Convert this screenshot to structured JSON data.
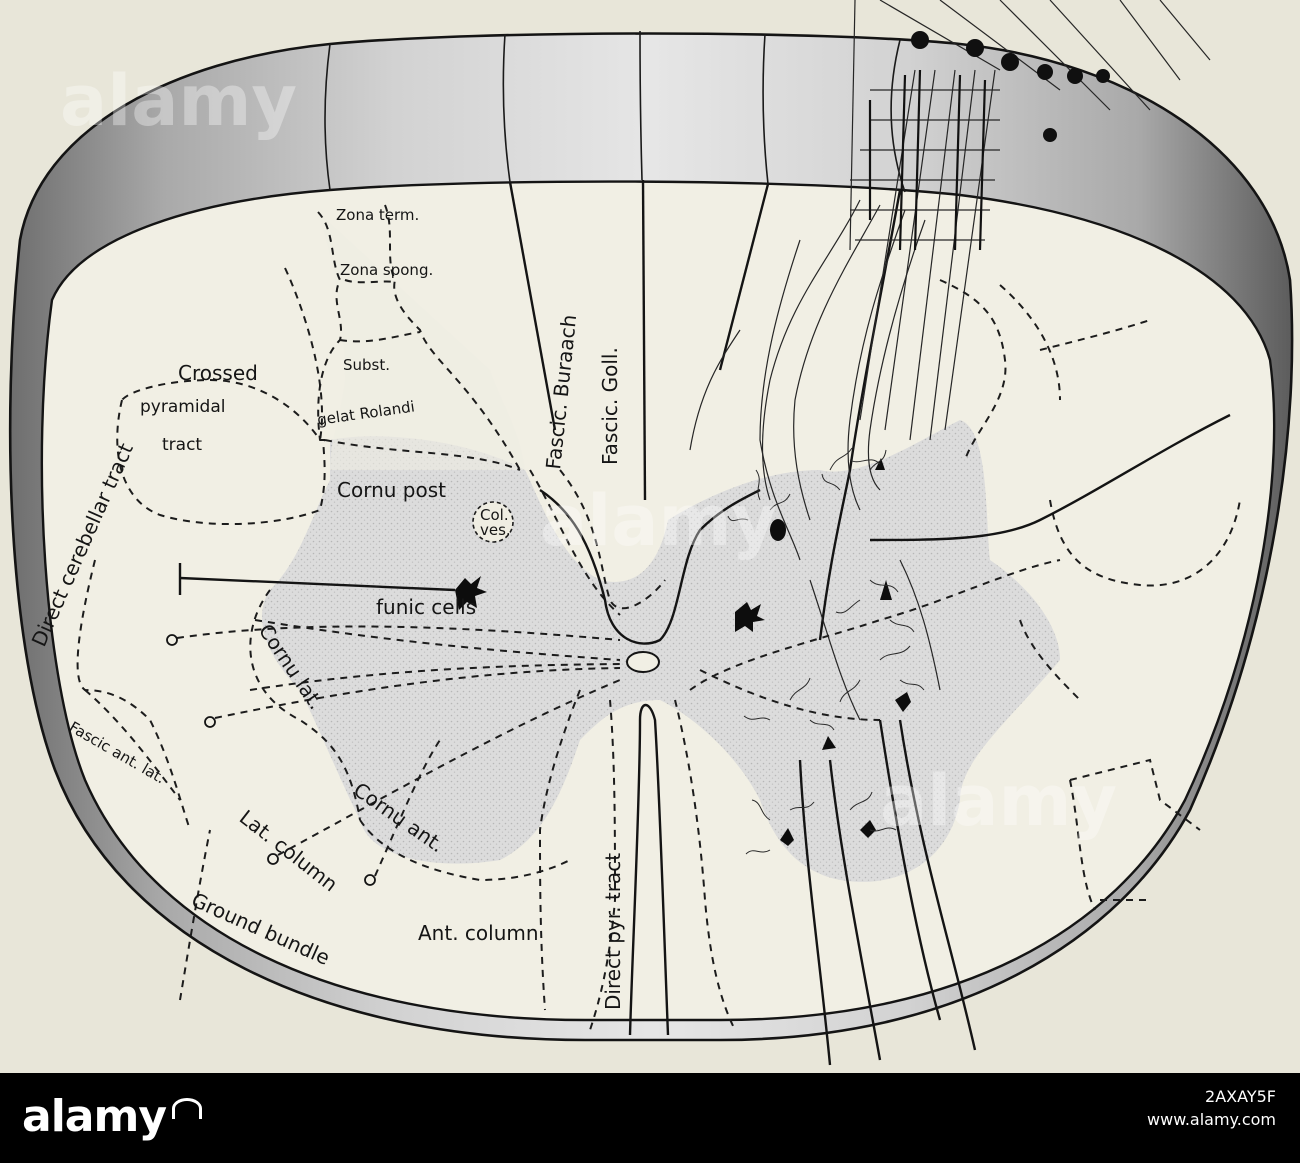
{
  "labels": {
    "zona_term": "Zona term.",
    "zona_spong": "Zona spong.",
    "subst": "Subst.",
    "gelat_rolandi": "gelat Rolandi",
    "crossed": "Crossed",
    "pyramidal": "pyramidal",
    "tract": "tract",
    "cornu_post": "Cornu post",
    "col": "Col.",
    "ves": "ves.",
    "funic_cells": "funic cells",
    "cornu_lat": "Cornu lat.",
    "cornu_ant": "Cornu ant.",
    "lat_column": "Lat. column",
    "ground_bundle": "Ground bundle",
    "ant_column": "Ant. column",
    "direct_pyr_tract": "Direct pyr. tract",
    "fascic_burdach": "Fascic. Buraach",
    "fascic_goll": "Fascic. Goll.",
    "direct_cerebellar_tract": "Direct cerebellar tract",
    "fascic_ant_lat": "Fascic ant. lat."
  },
  "watermark": {
    "brand": "alamy",
    "image_id": "2AXAY5F",
    "url": "www.alamy.com"
  }
}
